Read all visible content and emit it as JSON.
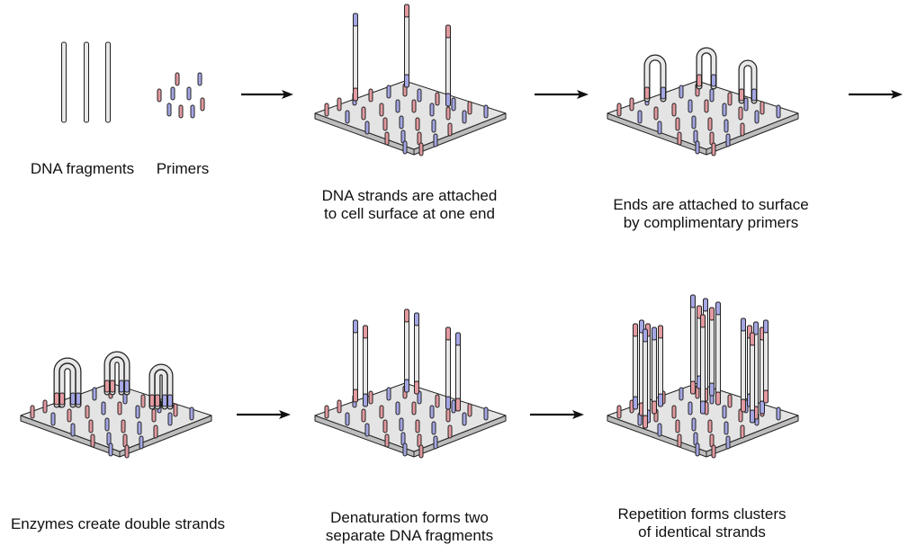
{
  "colors": {
    "primer_red": "#e39aa0",
    "primer_blue": "#a5a6e4",
    "strand_fill": "#e8e8e8",
    "strand_stroke": "#222222",
    "plate_top": "#e4e4e4",
    "plate_side": "#bdbdbd",
    "arrow": "#111111"
  },
  "labels": {
    "fragments": "DNA fragments",
    "primers": "Primers",
    "step1_line1": "DNA strands are attached",
    "step1_line2": "to cell surface at one end",
    "step2_line1": "Ends are attached to surface",
    "step2_line2": "by complimentary primers",
    "step3": "Enzymes create double strands",
    "step4_line1": "Denaturation forms two",
    "step4_line2": "separate DNA fragments",
    "step5_line1": "Repetition forms clusters",
    "step5_line2": "of identical strands"
  }
}
